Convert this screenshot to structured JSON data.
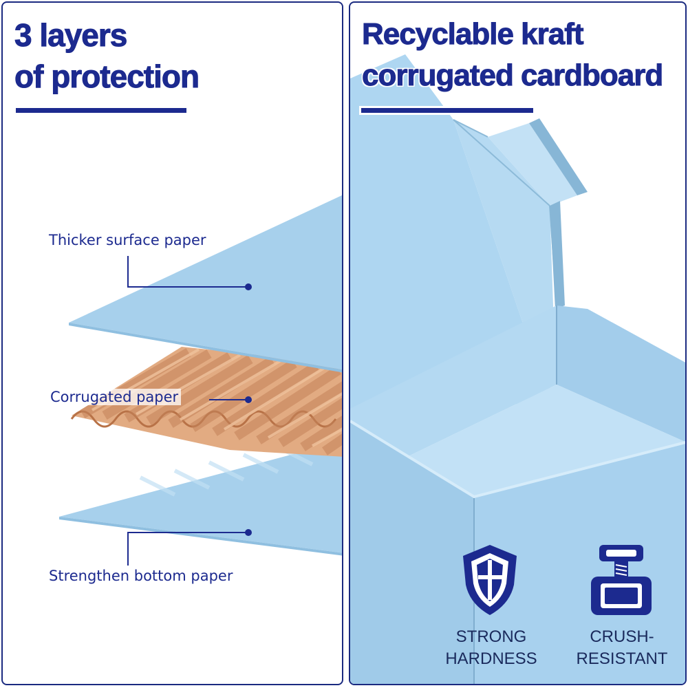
{
  "left": {
    "heading_line1": "3 layers",
    "heading_line2": "of protection",
    "labels": {
      "top": "Thicker surface paper",
      "middle": "Corrugated paper",
      "bottom": "Strengthen bottom paper"
    }
  },
  "right": {
    "heading_line1": "Recyclable kraft",
    "heading_line2": "corrugated cardboard",
    "badges": [
      {
        "icon": "shield-icon",
        "line1": "STRONG",
        "line2": "HARDNESS"
      },
      {
        "icon": "weight-icon",
        "line1": "CRUSH-",
        "line2": "RESISTANT"
      }
    ]
  },
  "colors": {
    "brand_blue": "#1c2a8f",
    "box_blue": "#a9d2ee",
    "corrugated": "#d69b72"
  }
}
